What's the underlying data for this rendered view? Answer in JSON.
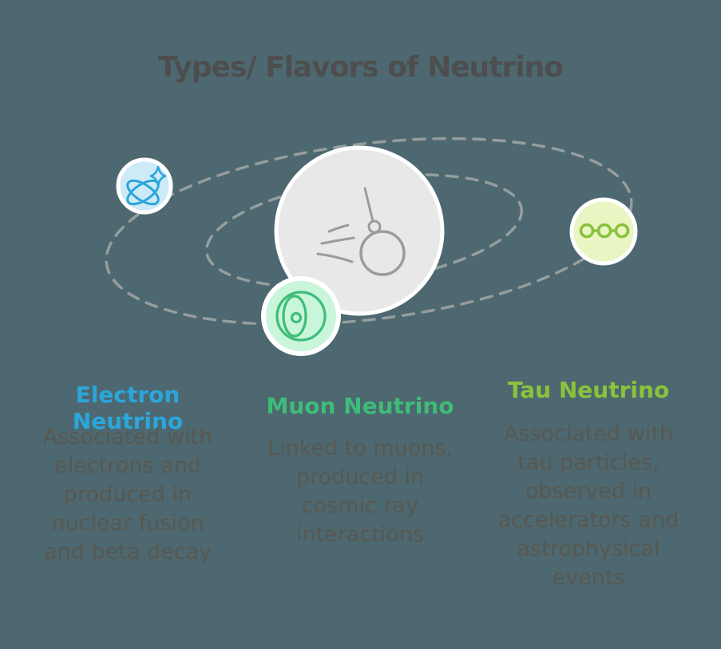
{
  "page": {
    "title": "Types/ Flavors of Neutrino",
    "background_color": "#4d6870",
    "title_color": "#4e4e4e",
    "body_text_color": "#585850"
  },
  "illustration": {
    "orbit_color": "#a2a7a5",
    "center_circle_color": "#e9e8e8",
    "pendulum_color": "#9b9b9b",
    "center_icon": "pendulum-icon"
  },
  "sections": [
    {
      "heading": "Electron Neutrino",
      "description": "Associated with\nelectrons and\nproduced in\nnuclear fusion\nand beta decay",
      "accent_color": "#2ba6db",
      "icon_bg": "#cdeaf8",
      "icon": "atom-sparkle-icon"
    },
    {
      "heading": "Muon Neutrino",
      "description": "Linked to muons,\nproduced in\ncosmic ray\ninteractions",
      "accent_color": "#3ebc78",
      "icon_bg": "#c9f5db",
      "icon": "sphere-nucleus-icon"
    },
    {
      "heading": "Tau Neutrino",
      "description": "Associated with\ntau particles,\nobserved in\naccelerators and\nastrophysical\nevents",
      "accent_color": "#8cc23b",
      "icon_bg": "#e9f5c3",
      "icon": "linked-nodes-icon"
    }
  ]
}
